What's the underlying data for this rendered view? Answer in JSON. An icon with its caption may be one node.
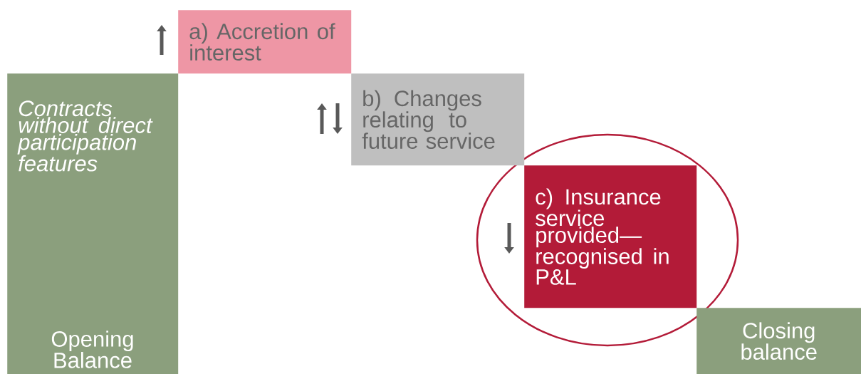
{
  "diagram": {
    "nodes": [
      {
        "text": [
          "Contracts without direct participation features",
          "Opening Balance"
        ]
      },
      {
        "text": [
          "a) Accretion of interest"
        ]
      },
      {
        "text": [
          "b) Changes relating to future service"
        ]
      },
      {
        "text": [
          "c) Insurance service provided—recognised in P&L"
        ]
      },
      {
        "text": [
          "Closing balance"
        ]
      }
    ]
  }
}
